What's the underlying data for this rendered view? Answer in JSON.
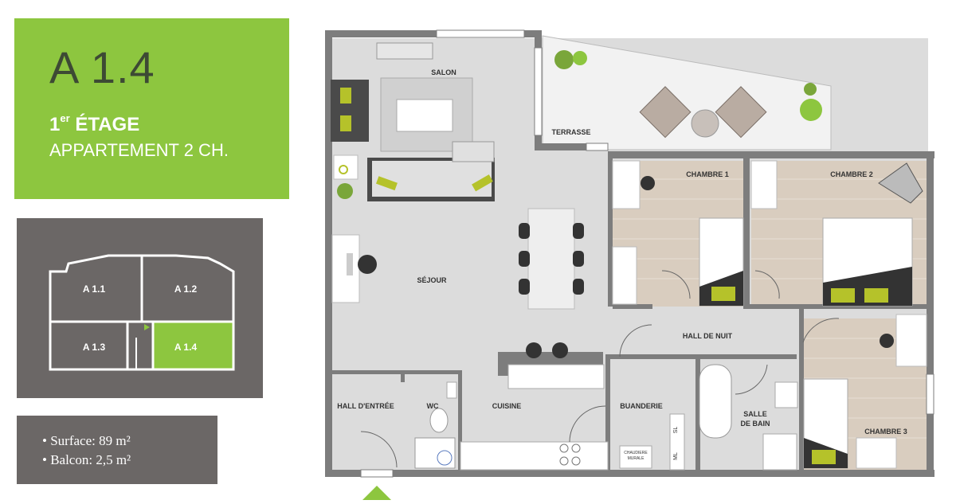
{
  "unit": {
    "code": "A 1.4",
    "floor_number": "1",
    "floor_suffix": "er",
    "floor_word": "ÉTAGE",
    "type": "APPARTEMENT 2 CH."
  },
  "keyplan": {
    "units": [
      {
        "label": "A 1.1",
        "selected": false
      },
      {
        "label": "A 1.2",
        "selected": false
      },
      {
        "label": "A 1.3",
        "selected": false
      },
      {
        "label": "A 1.4",
        "selected": true
      }
    ]
  },
  "areas": [
    {
      "bullet": "•",
      "text": "Surface: 89 m²"
    },
    {
      "bullet": "•",
      "text": "Balcon: 2,5 m²"
    }
  ],
  "rooms": {
    "salon": "SALON",
    "terrasse": "TERRASSE",
    "chambre1": "CHAMBRE 1",
    "chambre2": "CHAMBRE 2",
    "sejour": "SÉJOUR",
    "hall_nuit": "HALL DE NUIT",
    "hall_entree": "HALL D'ENTRÉE",
    "wc": "WC",
    "cuisine": "CUISINE",
    "buanderie": "BUANDERIE",
    "salle_bain_1": "SALLE",
    "salle_bain_2": "DE BAIN",
    "chambre3": "CHAMBRE 3",
    "sl": "SL",
    "ml": "ML",
    "chaudiere_1": "CHAUDIERE",
    "chaudiere_2": "MURALE"
  },
  "colors": {
    "accent_green": "#8dc63f",
    "card_grey": "#6b6766",
    "wall": "#7d7d7d",
    "floor_tile": "#dcdcdc",
    "wood": "#d9cdbf",
    "furniture_accent": "#b5c22a"
  }
}
